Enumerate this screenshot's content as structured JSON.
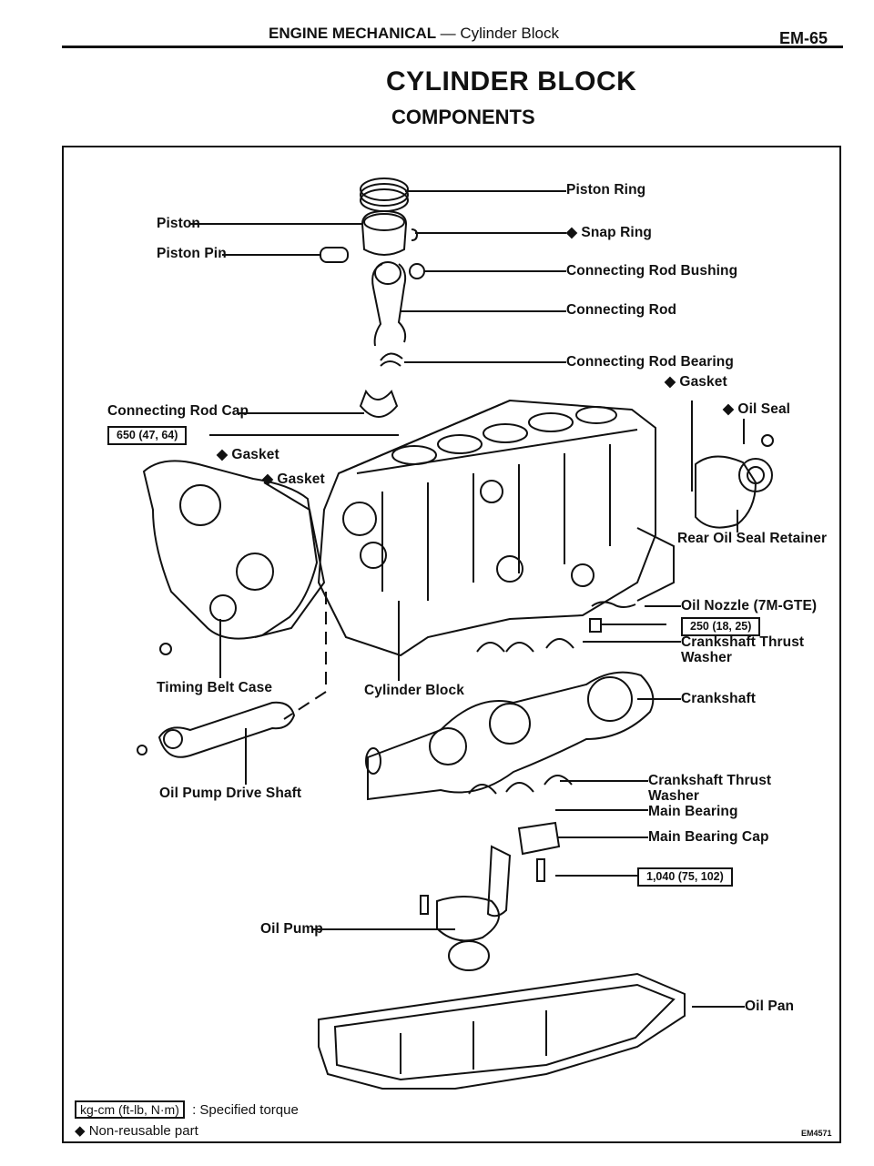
{
  "header": {
    "section": "ENGINE MECHANICAL",
    "dash": "—",
    "subsection": "Cylinder Block",
    "page_number": "EM-65"
  },
  "title": "CYLINDER BLOCK",
  "subtitle": "COMPONENTS",
  "diagram_id": "EM4571",
  "labels": {
    "piston_ring": "Piston Ring",
    "piston": "Piston",
    "piston_pin": "Piston Pin",
    "snap_ring": "◆ Snap Ring",
    "con_rod_bushing": "Connecting Rod Bushing",
    "con_rod": "Connecting Rod",
    "con_rod_bearing": "Connecting Rod Bearing",
    "gasket_top": "◆ Gasket",
    "oil_seal": "◆ Oil Seal",
    "con_rod_cap": "Connecting Rod Cap",
    "gasket_left1": "◆ Gasket",
    "gasket_left2": "◆ Gasket",
    "rear_oil_seal_retainer": "Rear Oil Seal Retainer",
    "oil_nozzle": "Oil Nozzle (7M-GTE)",
    "crank_thrust_washer_1a": "Crankshaft Thrust",
    "crank_thrust_washer_1b": "Washer",
    "timing_belt_case": "Timing Belt Case",
    "cylinder_block": "Cylinder Block",
    "crankshaft": "Crankshaft",
    "oil_pump_drive_shaft": "Oil Pump Drive Shaft",
    "crank_thrust_washer_2a": "Crankshaft Thrust",
    "crank_thrust_washer_2b": "Washer",
    "main_bearing": "Main Bearing",
    "main_bearing_cap": "Main Bearing Cap",
    "oil_pump": "Oil Pump",
    "oil_pan": "Oil Pan"
  },
  "torques": {
    "con_rod_cap": "650 (47, 64)",
    "oil_nozzle": "250 (18, 25)",
    "main_bearing_cap": "1,040 (75, 102)"
  },
  "legend": {
    "torque_unit": "kg-cm (ft-lb, N·m)",
    "torque_desc": ": Specified torque",
    "nonreusable": "◆ Non-reusable part"
  }
}
